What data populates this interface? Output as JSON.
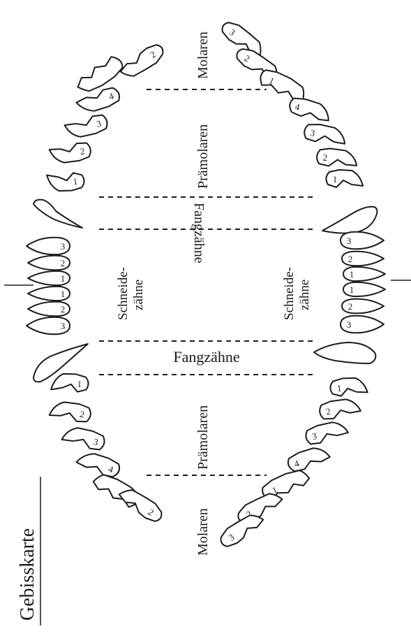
{
  "title": "Gebisskarte",
  "labels": {
    "molaren": "Molaren",
    "praemolaren": "Prämolaren",
    "fangzaehne": "Fangzähne",
    "schneide": "Schneide-",
    "zaehne": "zähne"
  },
  "tooth_numbers": {
    "incisors": [
      "1",
      "2",
      "3"
    ],
    "premolars": [
      "1",
      "2",
      "3",
      "4"
    ],
    "molars": [
      "1",
      "2",
      "3"
    ]
  }
}
